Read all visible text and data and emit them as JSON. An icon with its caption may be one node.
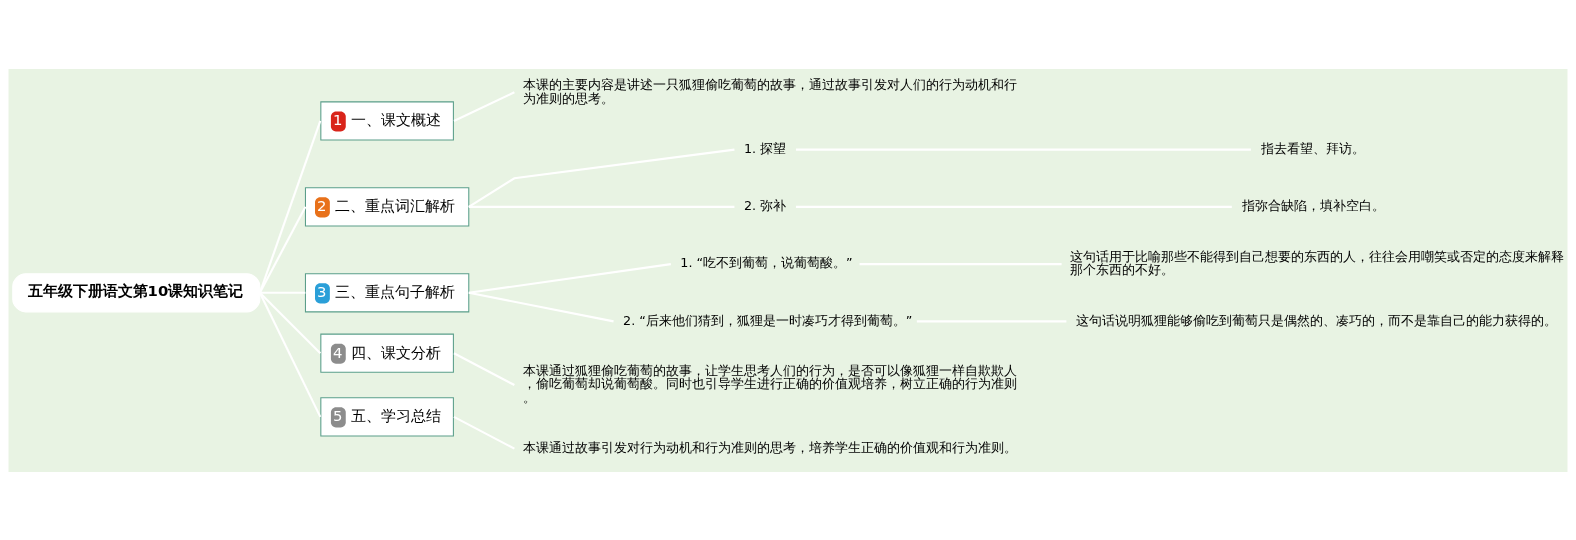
{
  "diagram": {
    "nodes": [
      {
        "text": [
          "五年级下册语文第10课知识笔记"
        ]
      },
      {
        "text": [
          "1",
          "一、课文概述"
        ]
      },
      {
        "text": [
          "本课的主要内容是讲述一只狐狸偷吃葡萄的故事，通过故事引发对人们的行为动机和行为准则的思考。"
        ]
      },
      {
        "text": [
          "2",
          "二、重点词汇解析"
        ]
      },
      {
        "text": [
          "1. 探望"
        ]
      },
      {
        "text": [
          "指去看望、拜访。"
        ]
      },
      {
        "text": [
          "2. 弥补"
        ]
      },
      {
        "text": [
          "指弥合缺陷，填补空白。"
        ]
      },
      {
        "text": [
          "3",
          "三、重点句子解析"
        ]
      },
      {
        "text": [
          "1. “吃不到葡萄，说葡萄酸。”"
        ]
      },
      {
        "text": [
          "这句话用于比喻那些不能得到自己想要的东西的人，往往会用嘲笑或否定的态度来解释那个东西的不好。"
        ]
      },
      {
        "text": [
          "2. “后来他们猜到，狐狸是一时凑巧才得到葡萄。”"
        ]
      },
      {
        "text": [
          "这句话说明狐狸能够偷吃到葡萄只是偶然的、凑巧的，而不是靠自己的能力获得的。"
        ]
      },
      {
        "text": [
          "4",
          "四、课文分析"
        ]
      },
      {
        "text": [
          "本课通过狐狸偷吃葡萄的故事，让学生思考人们的行为，是否可以像狐狸一样自欺欺人，偷吃葡萄却说葡萄酸。同时也引导学生进行正确的价值观培养，树立正确的行为准则。"
        ]
      },
      {
        "text": [
          "5",
          "五、学习总结"
        ]
      },
      {
        "text": [
          "本课通过故事引发对行为动机和行为准则的思考，培养学生正确的价值观和行为准则。"
        ]
      }
    ],
    "edges": [
      {
        "from": 0,
        "to": 1,
        "arrow": "none"
      },
      {
        "from": 1,
        "to": 2,
        "arrow": "none"
      },
      {
        "from": 0,
        "to": 3,
        "arrow": "none"
      },
      {
        "from": 3,
        "to": 4,
        "arrow": "none"
      },
      {
        "from": 4,
        "to": 5,
        "arrow": "none"
      },
      {
        "from": 3,
        "to": 6,
        "arrow": "none"
      },
      {
        "from": 6,
        "to": 7,
        "arrow": "none"
      },
      {
        "from": 0,
        "to": 8,
        "arrow": "none"
      },
      {
        "from": 8,
        "to": 9,
        "arrow": "none"
      },
      {
        "from": 9,
        "to": 10,
        "arrow": "none"
      },
      {
        "from": 8,
        "to": 11,
        "arrow": "none"
      },
      {
        "from": 11,
        "to": 12,
        "arrow": "none"
      },
      {
        "from": 0,
        "to": 13,
        "arrow": "none"
      },
      {
        "from": 13,
        "to": 14,
        "arrow": "none"
      },
      {
        "from": 0,
        "to": 15,
        "arrow": "none"
      },
      {
        "from": 15,
        "to": 16,
        "arrow": "none"
      }
    ]
  }
}
